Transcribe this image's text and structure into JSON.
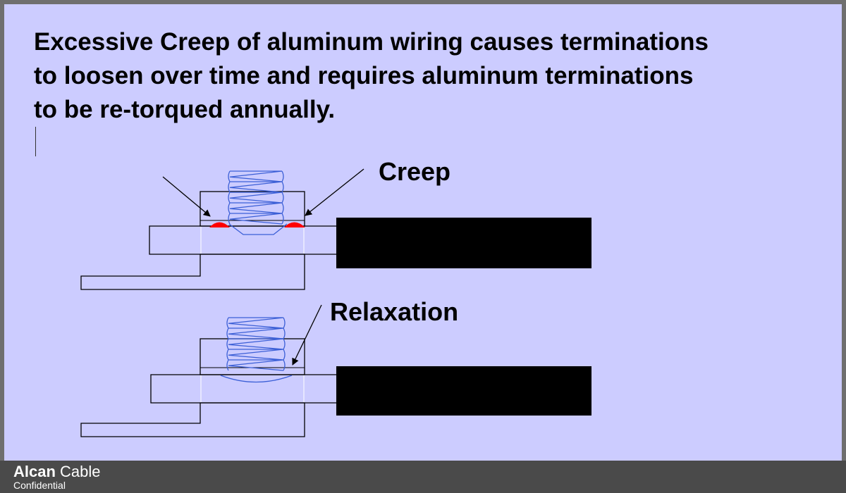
{
  "slide": {
    "headline_lines": [
      "Excessive Creep of aluminum wiring causes terminations",
      "to loosen over time and requires aluminum terminations",
      "to be re-torqued annually."
    ]
  },
  "diagram": {
    "labels": {
      "creep": "Creep",
      "relaxation": "Relaxation"
    },
    "colors": {
      "screw_thread": "#3b5fd6",
      "creep_deformation": "#ff0000",
      "conductor": "#000000",
      "outline": "#000000"
    }
  },
  "footer": {
    "brand_bold": "Alcan",
    "brand_rest": "Cable",
    "subtitle": "Confidential"
  }
}
